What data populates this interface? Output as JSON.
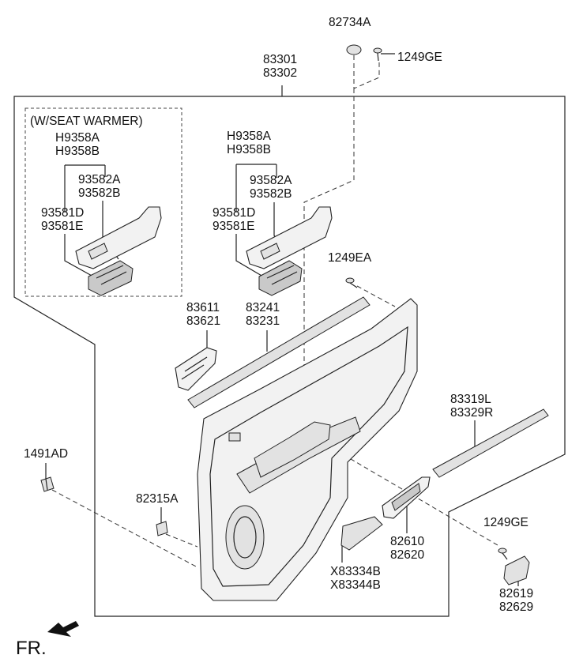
{
  "header_label": "(W/SEAT WARMER)",
  "direction_label": "FR.",
  "parts": {
    "p82734A": "82734A",
    "p1249GE_top": "1249GE",
    "p83301": "83301",
    "p83302": "83302",
    "left_H9358A": "H9358A",
    "left_H9358B": "H9358B",
    "left_93582A": "93582A",
    "left_93582B": "93582B",
    "left_93581D": "93581D",
    "left_93581E": "93581E",
    "right_H9358A": "H9358A",
    "right_H9358B": "H9358B",
    "right_93582A": "93582A",
    "right_93582B": "93582B",
    "right_93581D": "93581D",
    "right_93581E": "93581E",
    "p1249EA": "1249EA",
    "p83611": "83611",
    "p83621": "83621",
    "p83241": "83241",
    "p83231": "83231",
    "p83319L": "83319L",
    "p83329R": "83329R",
    "p1491AD": "1491AD",
    "p82315A": "82315A",
    "p82610": "82610",
    "p82620": "82620",
    "pX83334B": "X83334B",
    "pX83344B": "X83344B",
    "p1249GE_bottom": "1249GE",
    "p82619": "82619",
    "p82629": "82629"
  }
}
